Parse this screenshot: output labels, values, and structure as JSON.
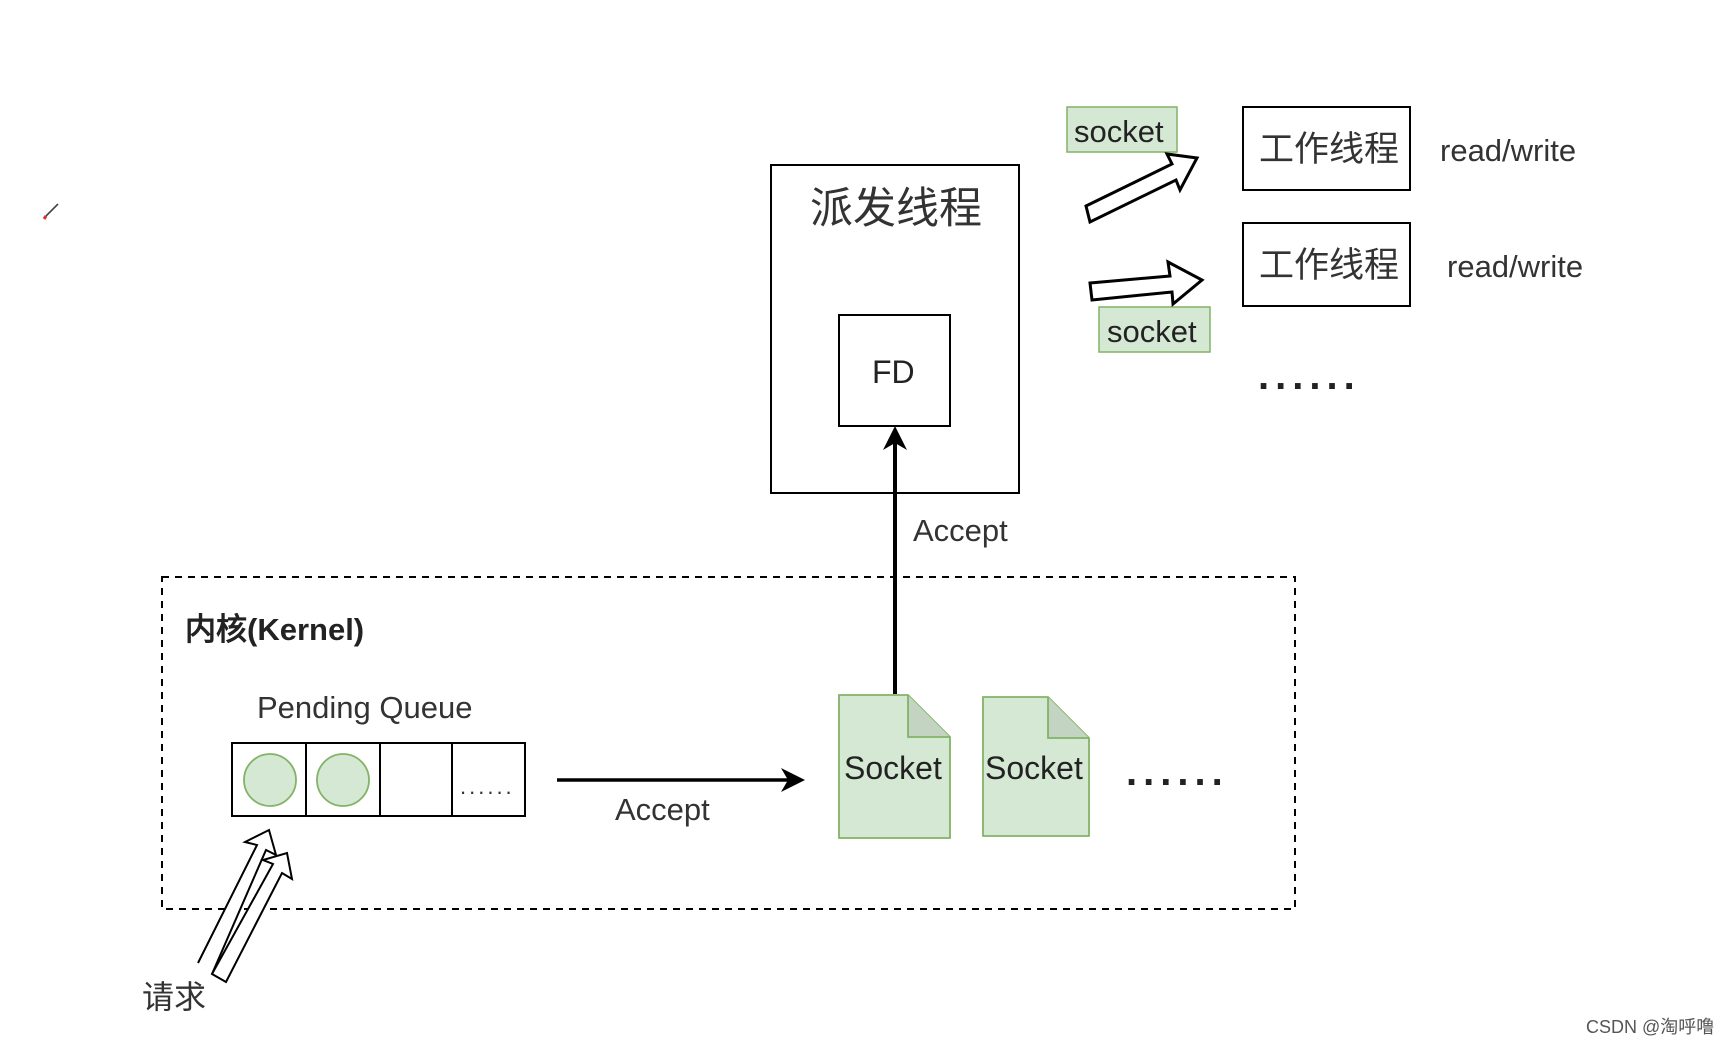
{
  "dispatcher": {
    "title": "派发线程",
    "fd_label": "FD"
  },
  "workers": [
    {
      "label": "工作线程",
      "op": "read/write",
      "socket_tag": "socket"
    },
    {
      "label": "工作线程",
      "op": "read/write",
      "socket_tag": "socket"
    }
  ],
  "workers_more": "......",
  "accept_up_label": "Accept",
  "kernel": {
    "title": "内核(Kernel)",
    "queue_title": "Pending Queue",
    "queue_more": "......",
    "accept_label": "Accept",
    "sockets": [
      "Socket",
      "Socket"
    ],
    "sockets_more": "......"
  },
  "request_label": "请求",
  "watermark": "CSDN @淘呼噜",
  "colors": {
    "green_fill": "#d5e8d4",
    "green_stroke": "#82b366",
    "line": "#000000"
  },
  "icons": {
    "pen": "pen-icon"
  }
}
